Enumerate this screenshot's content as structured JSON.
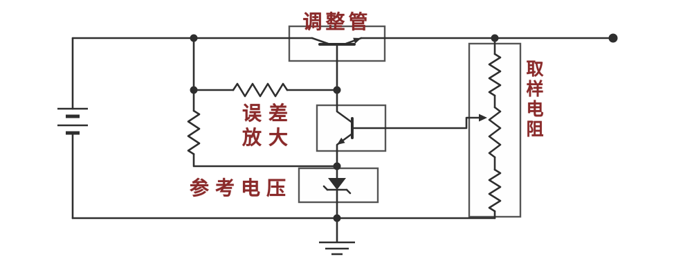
{
  "diagram": {
    "kind": "circuit-schematic"
  },
  "labels": {
    "pass_transistor": "调整管",
    "error_amp_line1": "误差",
    "error_amp_line2": "放大",
    "reference_voltage": "参考电压",
    "sampling_resistor": "取样电阻"
  },
  "colors": {
    "label": "#8a2a2a",
    "wire": "#2e2e2e",
    "box": "#555555",
    "bg": "#ffffff"
  }
}
